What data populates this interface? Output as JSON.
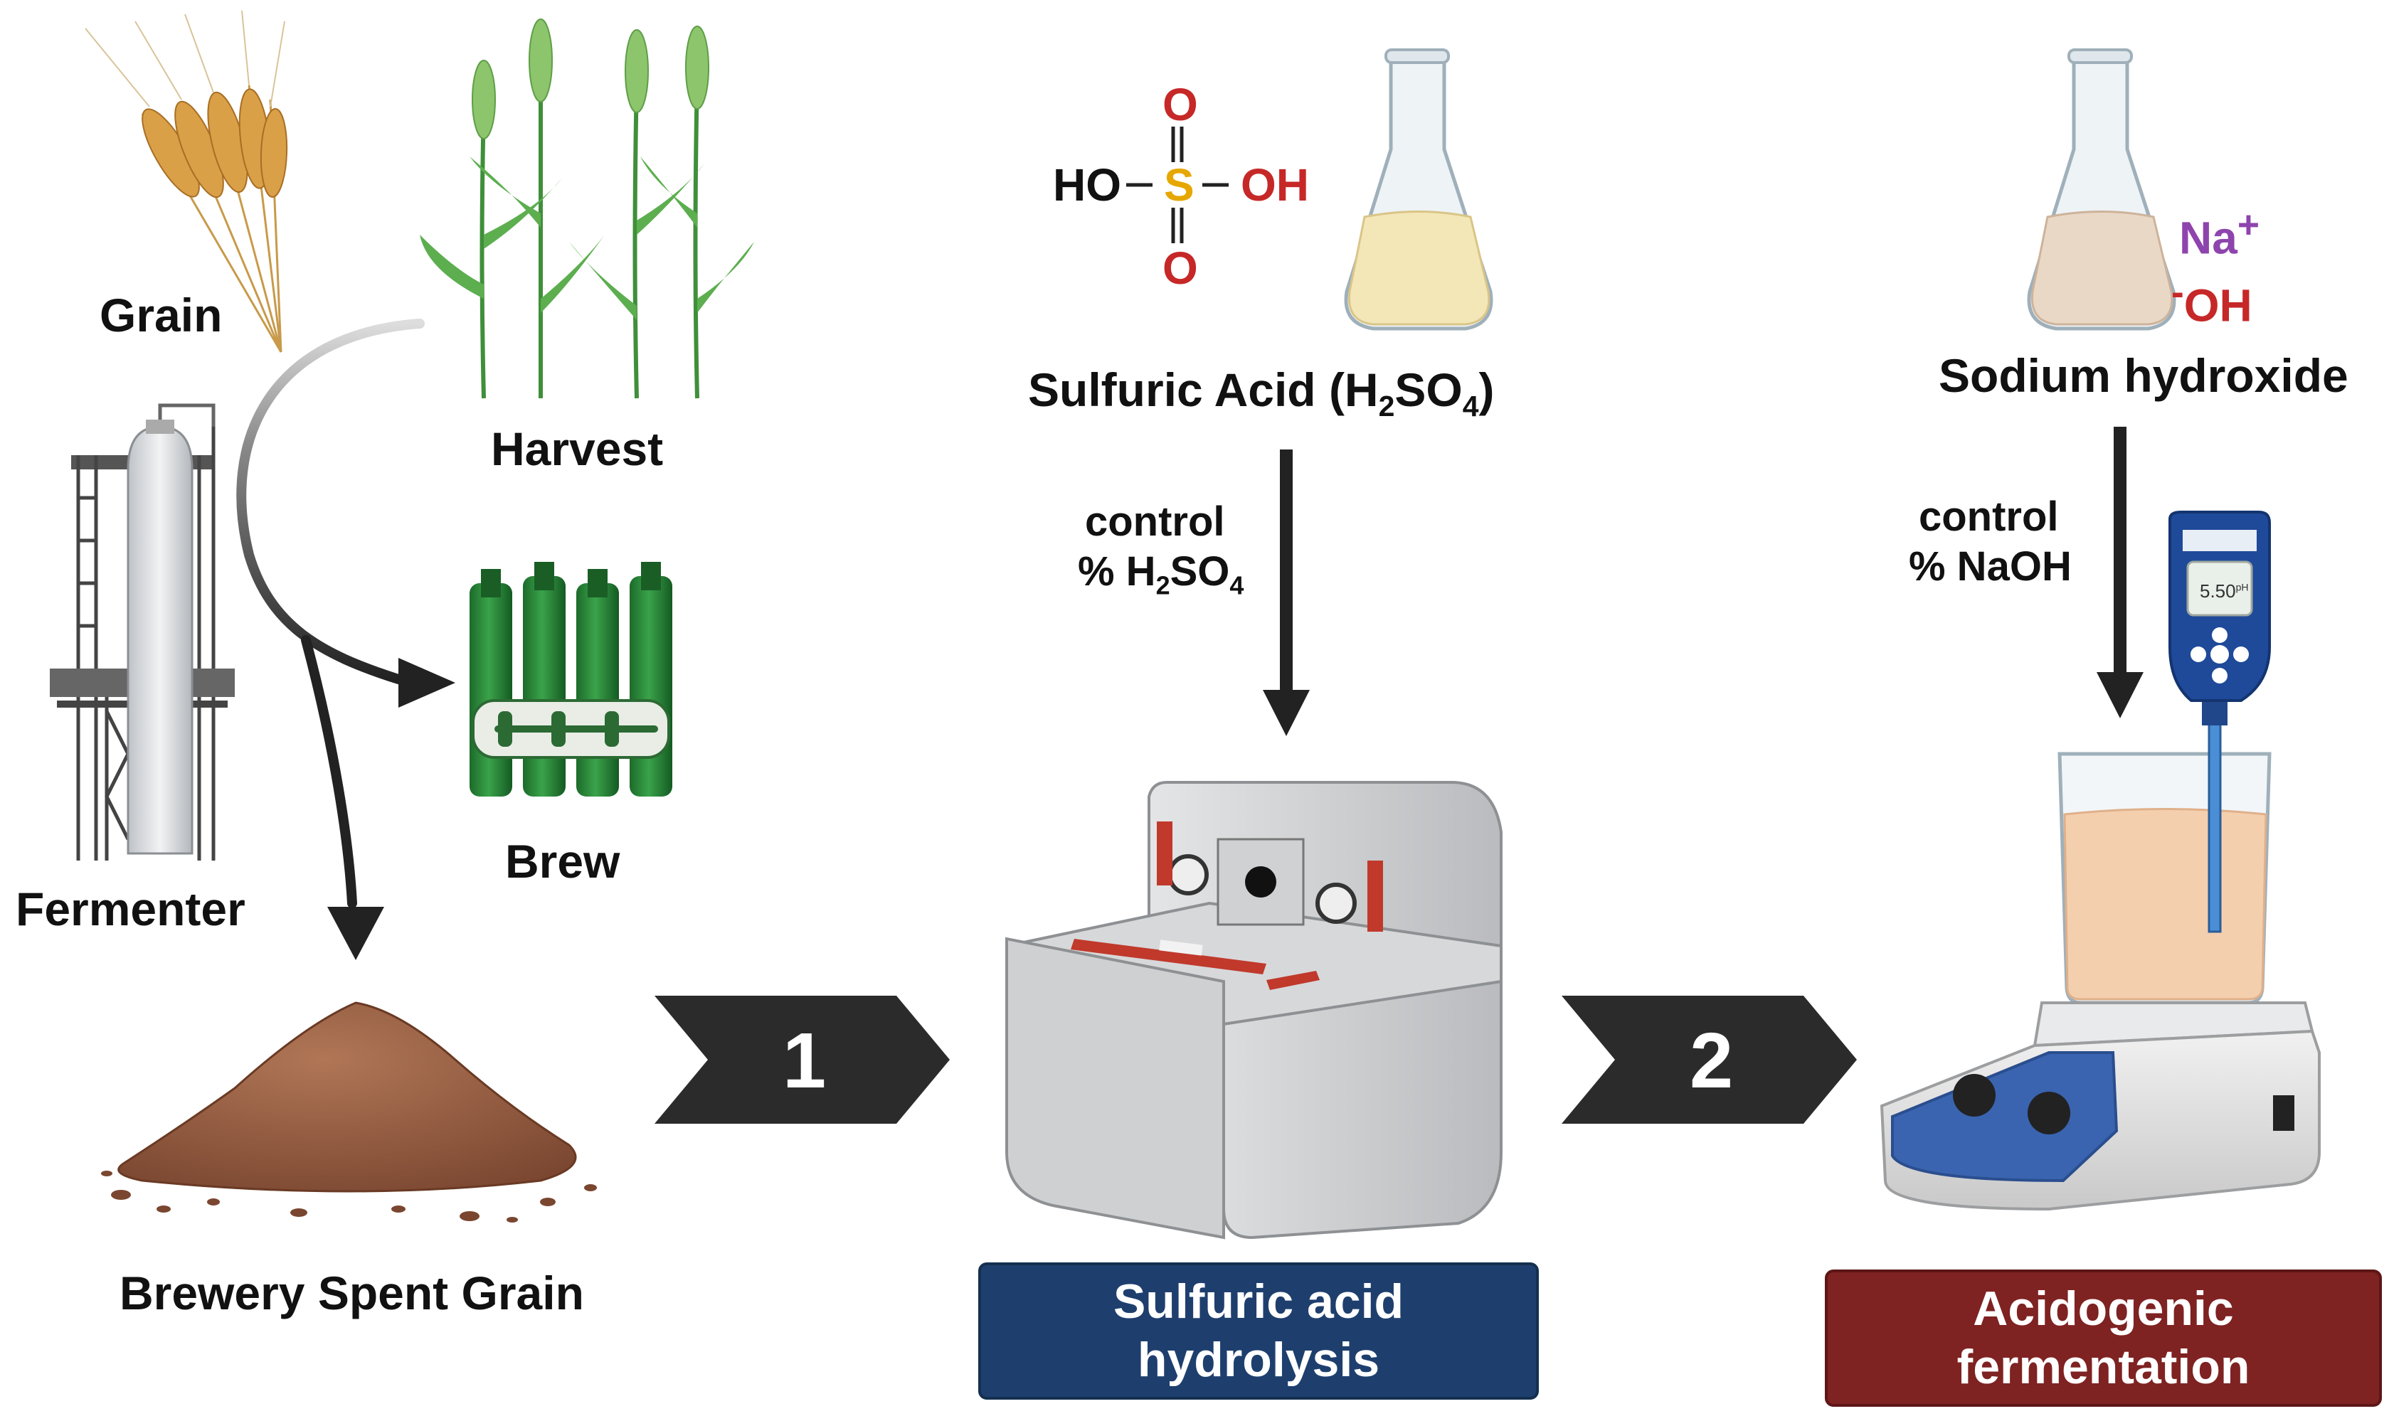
{
  "labels": {
    "grain": "Grain",
    "harvest": "Harvest",
    "fermenter": "Fermenter",
    "brew": "Brew",
    "spent_grain": "Brewery Spent Grain",
    "sulfuric_acid_name": "Sulfuric Acid (H",
    "sulfuric_acid_sub2": "2",
    "sulfuric_acid_so": "SO",
    "sulfuric_acid_sub4": "4",
    "sulfuric_acid_close": ")",
    "sodium_hydroxide": "Sodium hydroxide",
    "control_acid_line1": "control",
    "control_acid_line2_a": "% H",
    "control_acid_line2_sub2": "2",
    "control_acid_line2_so": "SO",
    "control_acid_line2_sub4": "4",
    "control_naoh_line1": "control",
    "control_naoh_line2": "% NaOH"
  },
  "formula": {
    "ho": "HO",
    "s": "S",
    "oh": "OH",
    "o_top": "O",
    "o_bottom": "O",
    "na": "Na",
    "na_charge": "+",
    "oh_charge": "-",
    "oh_ion": "OH"
  },
  "steps": [
    {
      "number": "1"
    },
    {
      "number": "2"
    }
  ],
  "process_boxes": {
    "hydrolysis_line1": "Sulfuric acid",
    "hydrolysis_line2": "hydrolysis",
    "fermentation_line1": "Acidogenic",
    "fermentation_line2": "fermentation"
  },
  "ph_meter": {
    "reading": "5.50",
    "unit": "pH"
  },
  "colors": {
    "hydrolysis_box": "#1e3f6e",
    "fermentation_box": "#7f2222",
    "arrow_dark": "#2b2b2b",
    "oxygen_red": "#c62828",
    "sulfur_yellow": "#e6a700",
    "sodium_purple": "#8e44ad"
  },
  "icons": [
    "wheat-icon",
    "barley-plant-icon",
    "fermenter-tower-icon",
    "beer-bottles-icon",
    "spent-grain-pile-icon",
    "erlenmeyer-flask-icon",
    "hydrolysis-machine-icon",
    "ph-meter-icon",
    "beaker-icon",
    "magnetic-stirrer-icon"
  ]
}
